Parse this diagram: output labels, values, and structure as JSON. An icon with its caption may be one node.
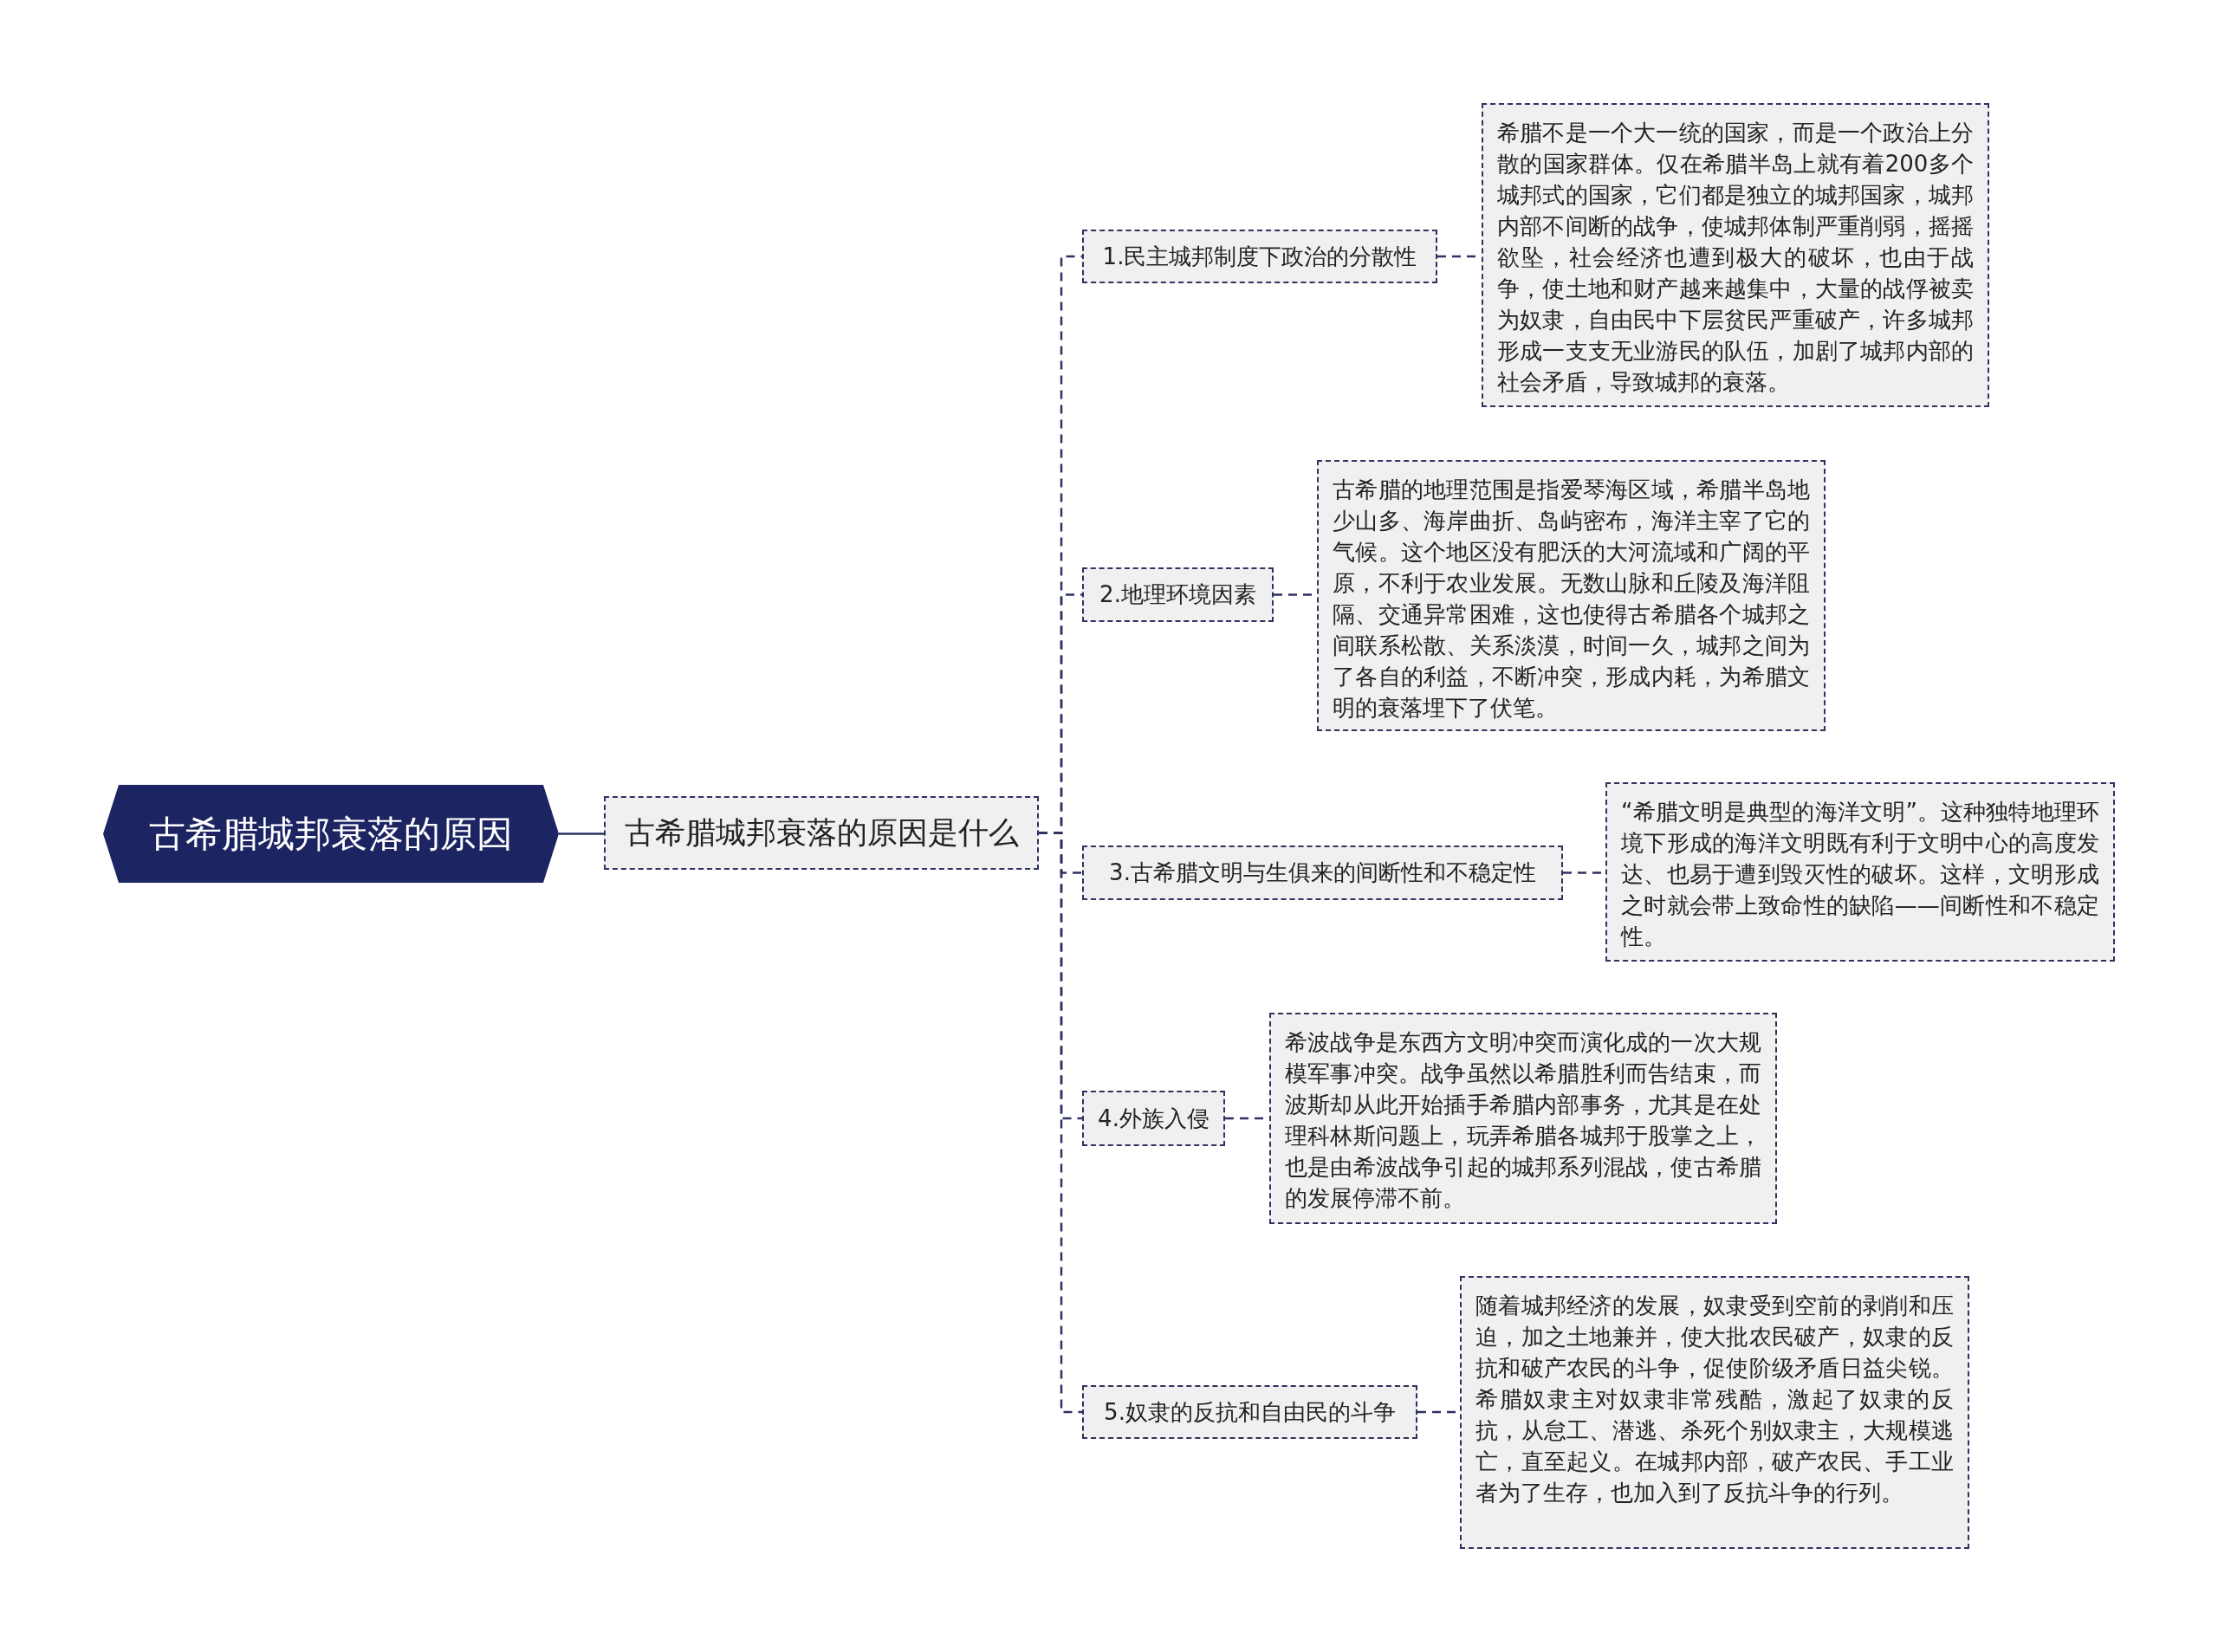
{
  "diagram": {
    "nodes": [
      {
        "text": [
          "古希腊城邦衰落的原因"
        ]
      },
      {
        "text": [
          "古希腊城邦衰落的原因是什么"
        ]
      },
      {
        "text": [
          "1.民主城邦制度下政治的分散性"
        ]
      },
      {
        "text": [
          "希腊不是一个大一统的国家，而是一个政治上分散的国家群体。仅在希腊半岛上就有着200多个城邦式的国家，它们都是独立的城邦国家，城邦内部不间断的战争，使城邦体制严重削弱，摇摇欲坠，社会经济也遭到极大的破坏，也由于战争，使土地和财产越来越集中，大量的战俘被卖为奴隶，自由民中下层贫民严重破产，许多城邦形成一支支无业游民的队伍，加剧了城邦内部的社会矛盾，导致城邦的衰落。"
        ]
      },
      {
        "text": [
          "2.地理环境因素"
        ]
      },
      {
        "text": [
          "古希腊的地理范围是指爱琴海区域，希腊半岛地少山多、海岸曲折、岛屿密布，海洋主宰了它的气候。这个地区没有肥沃的大河流域和广阔的平原，不利于农业发展。无数山脉和丘陵及海洋阻隔、交通异常困难，这也使得古希腊各个城邦之间联系松散、关系淡漠，时间一久，城邦之间为了各自的利益，不断冲突，形成内耗，为希腊文明的衰落埋下了伏笔。"
        ]
      },
      {
        "text": [
          "3.古希腊文明与生俱来的间断性和不稳定性"
        ]
      },
      {
        "text": [
          "“希腊文明是典型的海洋文明”。这种独特地理环境下形成的海洋文明既有利于文明中心的高度发达、也易于遭到毁灭性的破坏。这样，文明形成之时就会带上致命性的缺陷——间断性和不稳定性。"
        ]
      },
      {
        "text": [
          "4.外族入侵"
        ]
      },
      {
        "text": [
          "希波战争是东西方文明冲突而演化成的一次大规模军事冲突。战争虽然以希腊胜利而告结束，而波斯却从此开始插手希腊内部事务，尤其是在处理科林斯问题上，玩弄希腊各城邦于股掌之上，也是由希波战争引起的城邦系列混战，使古希腊的发展停滞不前。"
        ]
      },
      {
        "text": [
          "5.奴隶的反抗和自由民的斗争"
        ]
      },
      {
        "text": [
          "随着城邦经济的发展，奴隶受到空前的剥削和压迫，加之土地兼并，使大批农民破产，奴隶的反抗和破产农民的斗争，促使阶级矛盾日益尖锐。希腊奴隶主对奴隶非常残酷，激起了奴隶的反抗，从怠工、潜逃、杀死个别奴隶主，大规模逃亡，直至起义。在城邦内部，破产农民、手工业者为了生存，也加入到了反抗斗争的行列。"
        ]
      }
    ],
    "edges": [
      {
        "from": 0,
        "to": 1,
        "arrow": "none"
      },
      {
        "from": 1,
        "to": 2,
        "arrow": "none",
        "style": "dashed"
      },
      {
        "from": 1,
        "to": 4,
        "arrow": "none",
        "style": "dashed"
      },
      {
        "from": 1,
        "to": 6,
        "arrow": "none",
        "style": "dashed"
      },
      {
        "from": 1,
        "to": 8,
        "arrow": "none",
        "style": "dashed"
      },
      {
        "from": 1,
        "to": 10,
        "arrow": "none",
        "style": "dashed"
      },
      {
        "from": 2,
        "to": 3,
        "arrow": "none",
        "style": "dashed"
      },
      {
        "from": 4,
        "to": 5,
        "arrow": "none",
        "style": "dashed"
      },
      {
        "from": 6,
        "to": 7,
        "arrow": "none",
        "style": "dashed"
      },
      {
        "from": 8,
        "to": 9,
        "arrow": "none",
        "style": "dashed"
      },
      {
        "from": 10,
        "to": 11,
        "arrow": "none",
        "style": "dashed"
      }
    ]
  }
}
